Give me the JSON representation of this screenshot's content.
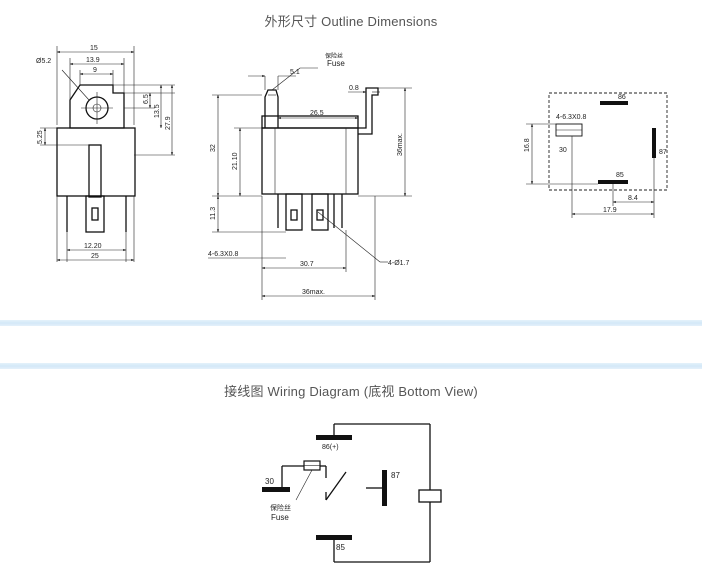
{
  "sections": {
    "outline_title": "外形尺寸 Outline Dimensions",
    "wiring_title": "接线图 Wiring Diagram (底视 Bottom View)"
  },
  "front_view": {
    "d_15": "15",
    "d_13_9": "13.9",
    "d_9": "9",
    "d_hole": "Ø5.2",
    "d_6_5": "6.5",
    "d_13_5": "13.5",
    "d_27_9": "27.9",
    "d_5_25": "5.25",
    "d_12_20": "12.20",
    "d_25": "25"
  },
  "side_view": {
    "fuse_cn": "保险丝",
    "fuse_en": "Fuse",
    "d_5_1": "5.1",
    "d_0_8": "0.8",
    "d_26_5": "26.5",
    "d_32": "32",
    "d_21_10": "21.10",
    "d_36max_v": "36max.",
    "d_11_3": "11.3",
    "d_terminal": "4-6.3X0.8",
    "d_30_7": "30.7",
    "d_pin": "4-Ø1.7",
    "d_36max_h": "36max."
  },
  "bottom_view": {
    "p86": "86",
    "term": "4-6.3X0.8",
    "p30": "30",
    "p87": "87",
    "p85": "85",
    "d_16_8": "16.8",
    "d_8_4": "8.4",
    "d_17_9": "17.9"
  },
  "wiring": {
    "p86": "86(+)",
    "p30": "30",
    "p87": "87",
    "p85": "85",
    "fuse_cn": "保险丝",
    "fuse_en": "Fuse"
  }
}
